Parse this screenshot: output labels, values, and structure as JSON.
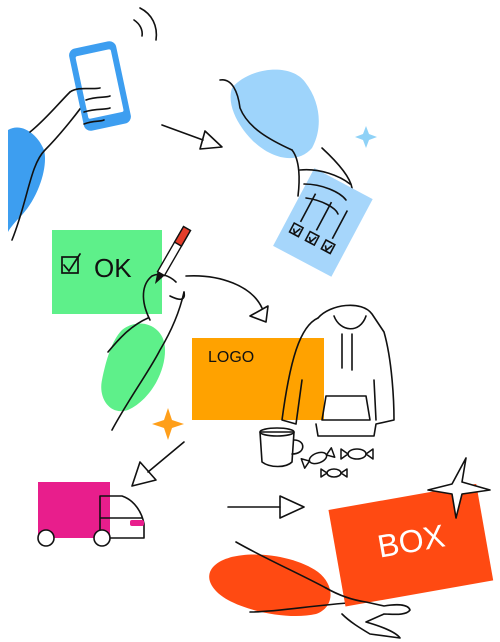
{
  "labels": {
    "approval_text": "OK",
    "logo_text": "LOGO",
    "box_text": "BOX"
  },
  "icons": {
    "checkbox": "checkbox-icon",
    "phone": "smartphone-icon",
    "truck": "delivery-truck-icon",
    "sparkle": "sparkle-icon"
  },
  "colors": {
    "ink": "#111111",
    "phone_blue": "#3d9ef0",
    "sleeve_blue": "#3d9ef0",
    "light_blue": "#9ed4fb",
    "checklist_blue": "#a6d6fb",
    "ok_green": "#5ef08a",
    "sleeve_green": "#5ef08a",
    "logo_orange": "#ffa200",
    "truck_pink": "#e81e8c",
    "box_red": "#ff4a12",
    "pen_red": "#e53d2a",
    "sparkle_orange": "#ff9f1a",
    "sparkle_blue": "#8fd2f7"
  }
}
